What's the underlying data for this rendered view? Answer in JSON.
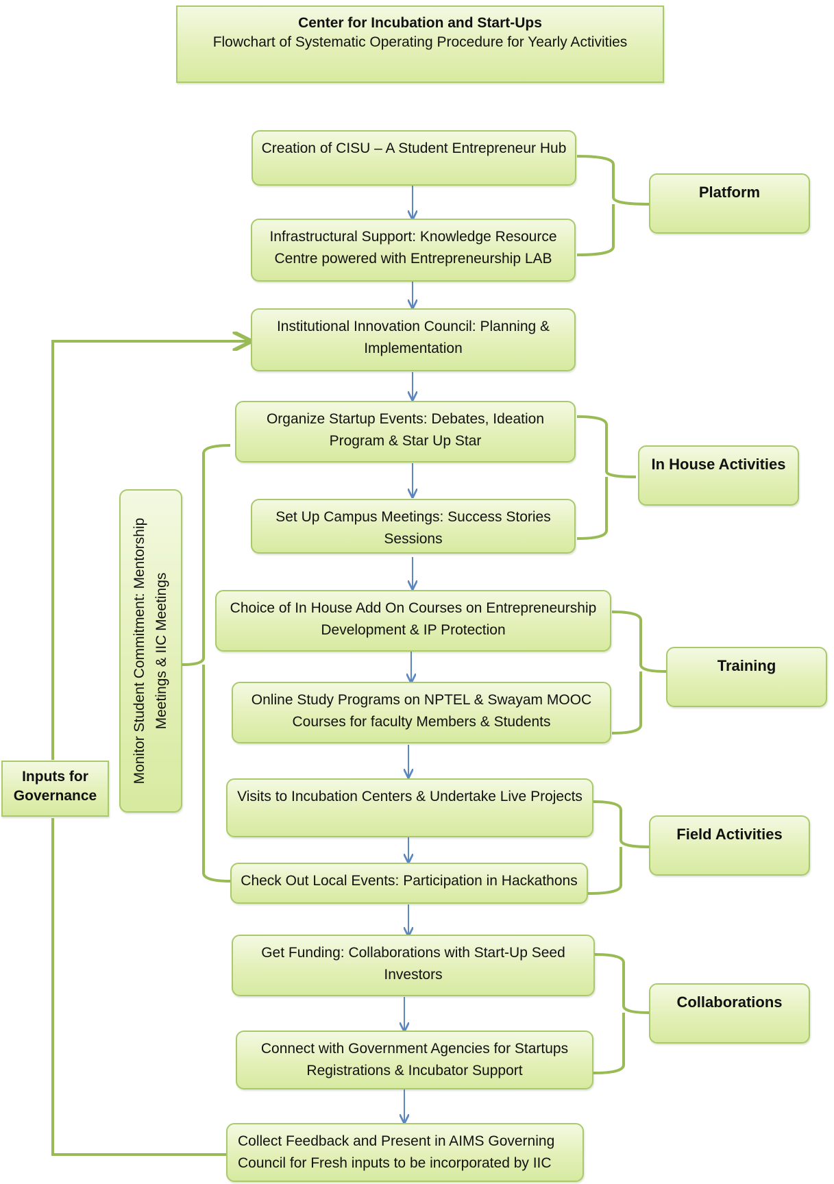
{
  "header": {
    "title": "Center for Incubation and Start-Ups",
    "subtitle": "Flowchart of Systematic Operating Procedure for Yearly Activities"
  },
  "steps": [
    {
      "line1": "Creation of CISU – A Student Entrepreneur Hub",
      "line2": ""
    },
    {
      "line1": "Infrastructural Support: Knowledge Resource",
      "line2": "Centre powered with Entrepreneurship LAB"
    },
    {
      "line1": "Institutional Innovation Council: Planning &",
      "line2": "Implementation"
    },
    {
      "line1": "Organize Startup Events: Debates, Ideation",
      "line2": "Program & Star Up Star"
    },
    {
      "line1": "Set Up Campus Meetings: Success Stories",
      "line2": "Sessions"
    },
    {
      "line1": "Choice of In House Add On Courses on Entrepreneurship",
      "line2": "Development & IP Protection"
    },
    {
      "line1": "Online Study Programs on NPTEL & Swayam MOOC",
      "line2": "Courses for faculty Members & Students"
    },
    {
      "line1": "Visits to Incubation Centers & Undertake Live Projects",
      "line2": ""
    },
    {
      "line1": "Check Out Local Events: Participation in Hackathons",
      "line2": ""
    },
    {
      "line1": "Get Funding: Collaborations with Start-Up Seed",
      "line2": "Investors"
    },
    {
      "line1": "Connect with Government Agencies for Startups",
      "line2": "Registrations & Incubator Support"
    },
    {
      "line1": "Collect Feedback and Present in AIMS Governing",
      "line2": "Council for Fresh inputs to be incorporated by IIC"
    }
  ],
  "groups": [
    "Platform",
    "In House Activities",
    "Training",
    "Field Activities",
    "Collaborations"
  ],
  "monitor": {
    "line1": "Monitor Student Commitment: Mentorship",
    "line2": "Meetings & IIC Meetings"
  },
  "governance": {
    "line1": "Inputs for",
    "line2": "Governance"
  },
  "colors": {
    "connector": "#98bb55",
    "arrow": "#5b86c0",
    "box_border": "#a9c96a"
  }
}
